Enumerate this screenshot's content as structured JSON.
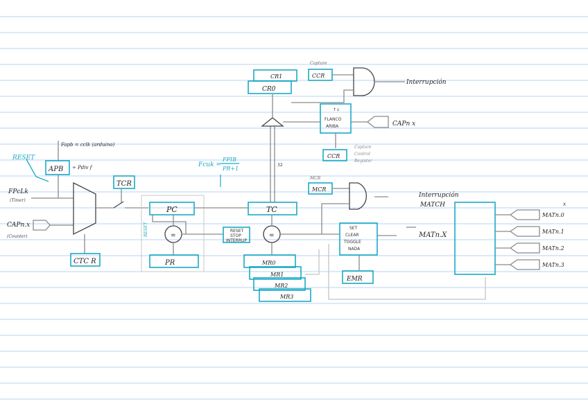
{
  "diagram": {
    "reset_label": "RESET",
    "fpclk_label": "FPcLk",
    "fpclk_sub": "(Timer)",
    "capn_label": "CAPn.x",
    "capn_sub": "(Counter)",
    "fapb_label": "Fapb = cclk (arduino)",
    "apb_label": "APB",
    "pclk_div_label": "÷ Pdiv f",
    "tcr_label": "TCR",
    "ctcr_label": "CTC R",
    "fcuk_label": "Fcuk =",
    "fraction_num": "FPIB",
    "fraction_den": "PR+1",
    "pc_label": "PC",
    "pr_label": "PR",
    "tc_label": "TC",
    "bus_width_label": "32",
    "cr1_label": "CR1",
    "cr0_label": "CR0",
    "ccr_top_label": "CCR",
    "ccr_top_sub": "Capture",
    "ccr_mid_label": "CCR",
    "edge_block_text": [
      "↑↓",
      "FLANCO",
      "ARIBA"
    ],
    "capture_register_caption": [
      "Capture",
      "Control",
      "Register"
    ],
    "interrupcion_top": "Interrupción",
    "capn_out_label": "CAPn x",
    "mcr_top_sub": "MCR",
    "mcr_label": "MCR",
    "mr_labels": [
      "MR0",
      "MR1",
      "MR2",
      "MR3"
    ],
    "stop_block_text": [
      "RESET",
      "STOP",
      "INTERRUP"
    ],
    "match_block_text": [
      "SET",
      "CLEAR",
      "TOGGLE",
      "NADA"
    ],
    "emr_label": "EMR",
    "interrupcion_match": [
      "Interrupción",
      "MATCH"
    ],
    "matn_x_label": "MATn.X",
    "mat_outputs": [
      "MATn.0",
      "MATn.1",
      "MATn.2",
      "MATn.3"
    ],
    "side_x_label": "X",
    "comparator_symbol": "=",
    "pc_reset_label": "RESET"
  },
  "colors": {
    "cyan_box": "#1ba9c6",
    "wire_gray": "#8a8a8a",
    "ruled_line": "#b9d3f1"
  }
}
